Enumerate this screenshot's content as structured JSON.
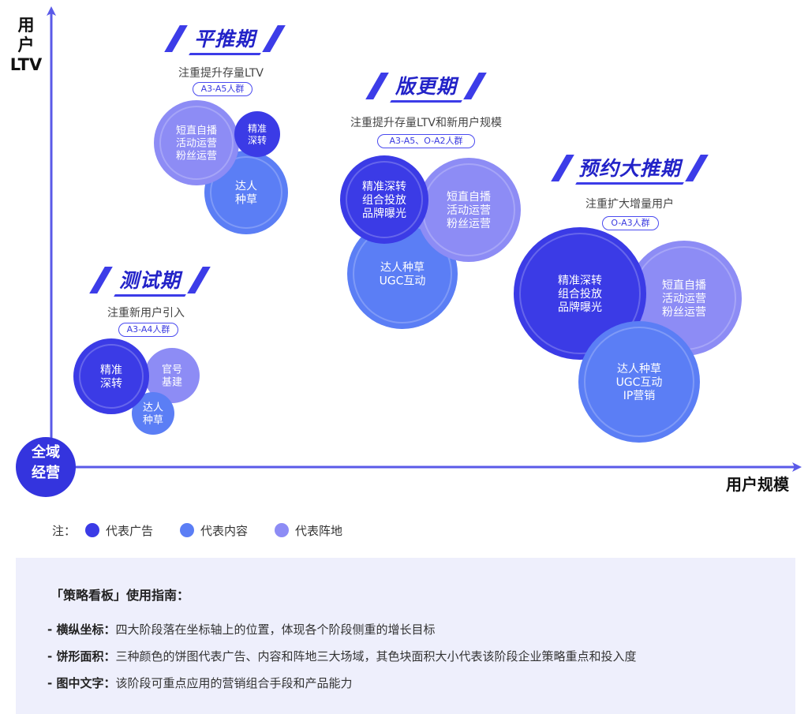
{
  "axes": {
    "y_label_lines": [
      "用",
      "户",
      "LTV"
    ],
    "x_label": "用户规模",
    "origin_lines": [
      "全域",
      "经营"
    ]
  },
  "phases": [
    {
      "title": "平推期",
      "subtitle": "注重提升存量LTV",
      "tag": "A3-A5人群",
      "bubbles": [
        {
          "kind": "content",
          "lines": [
            "达人",
            "种草"
          ]
        },
        {
          "kind": "position",
          "lines": [
            "短直自播",
            "活动运营",
            "粉丝运营"
          ]
        },
        {
          "kind": "ad",
          "lines": [
            "精准",
            "深转"
          ]
        }
      ]
    },
    {
      "title": "版更期",
      "subtitle": "注重提升存量LTV和新用户规模",
      "tag": "A3-A5、O-A2人群",
      "bubbles": [
        {
          "kind": "content",
          "lines": [
            "达人种草",
            "UGC互动"
          ]
        },
        {
          "kind": "position",
          "lines": [
            "短直自播",
            "活动运营",
            "粉丝运营"
          ]
        },
        {
          "kind": "ad",
          "lines": [
            "精准深转",
            "组合投放",
            "品牌曝光"
          ]
        }
      ]
    },
    {
      "title": "预约大推期",
      "subtitle": "注重扩大增量用户",
      "tag": "O-A3人群",
      "bubbles": [
        {
          "kind": "position",
          "lines": [
            "短直自播",
            "活动运营",
            "粉丝运营"
          ]
        },
        {
          "kind": "ad",
          "lines": [
            "精准深转",
            "组合投放",
            "品牌曝光"
          ]
        },
        {
          "kind": "content",
          "lines": [
            "达人种草",
            "UGC互动",
            "IP营销"
          ]
        }
      ]
    },
    {
      "title": "测试期",
      "subtitle": "注重新用户引入",
      "tag": "A3-A4人群",
      "bubbles": [
        {
          "kind": "position",
          "lines": [
            "官号",
            "基建"
          ]
        },
        {
          "kind": "content",
          "lines": [
            "达人",
            "种草"
          ]
        },
        {
          "kind": "ad",
          "lines": [
            "精准",
            "深转"
          ]
        }
      ]
    }
  ],
  "colors": {
    "ad": "#3b3be6",
    "content": "#5b7ef5",
    "position": "#8d8cf5",
    "origin": "#3434de",
    "axis": "#5a5ae8",
    "accent": "#2323c8"
  },
  "legend": {
    "note": "注：",
    "items": [
      {
        "kind": "ad",
        "label": "代表广告"
      },
      {
        "kind": "content",
        "label": "代表内容"
      },
      {
        "kind": "position",
        "label": "代表阵地"
      }
    ]
  },
  "guide": {
    "title": "「策略看板」使用指南：",
    "items": [
      {
        "key": "- 横纵坐标：",
        "text": "四大阶段落在坐标轴上的位置，体现各个阶段侧重的增长目标"
      },
      {
        "key": "- 饼形面积：",
        "text": "三种颜色的饼图代表广告、内容和阵地三大场域，其色块面积大小代表该阶段企业策略重点和投入度"
      },
      {
        "key": "- 图中文字：",
        "text": "该阶段可重点应用的营销组合手段和产品能力"
      }
    ]
  }
}
